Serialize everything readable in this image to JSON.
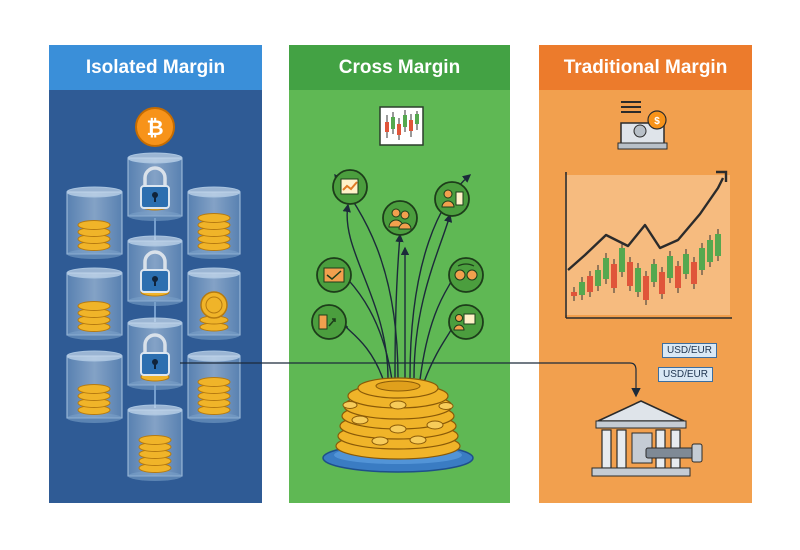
{
  "panels": {
    "isolated": {
      "title": "Isolated Margin"
    },
    "cross": {
      "title": "Cross Margin"
    },
    "traditional": {
      "title": "Traditional Margin"
    }
  },
  "labels": {
    "pair_1": "USD/EUR",
    "pair_2": "USD/EUR"
  },
  "colors": {
    "isolated_header": "#3a8fd9",
    "isolated_body": "#2f5b95",
    "cross_header": "#43a244",
    "cross_body": "#5fb854",
    "traditional_header": "#ec7b2c",
    "traditional_body": "#f2a04e",
    "gold": "#f0b429",
    "bullish": "#55a84f",
    "bearish": "#e0553a"
  },
  "icons": {
    "isolated_top": "bitcoin-coin-icon",
    "isolated_cells": "padlock-icon",
    "cross_top": "candlestick-chart-icon",
    "cross_nodes": [
      "trade-chart-icon",
      "users-icon",
      "person-chart-icon",
      "handshake-icon",
      "exchange-icon",
      "trade-arrows-icon",
      "presentation-icon"
    ],
    "traditional_top": "cash-register-icon",
    "traditional_bottom": "bank-building-icon"
  }
}
